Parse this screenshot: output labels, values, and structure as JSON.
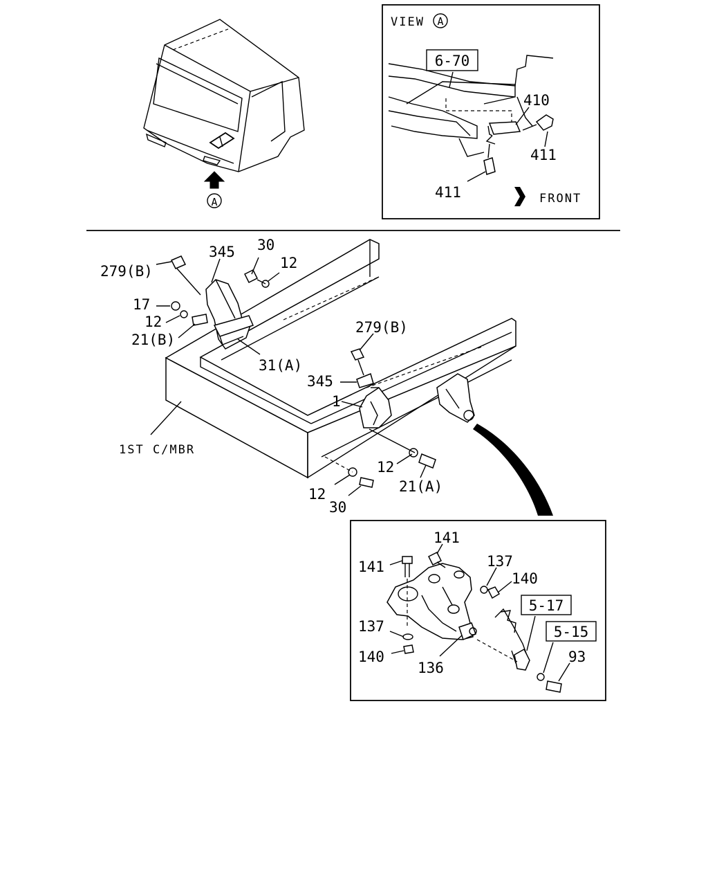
{
  "view_box": {
    "title": "VIEW",
    "title_marker": "A",
    "ref_6_70": "6-70",
    "label_410": "410",
    "label_411_right": "411",
    "label_411_bottom": "411",
    "front_label": "FRONT"
  },
  "cab": {
    "arrow_marker": "A"
  },
  "frame": {
    "member_label": "1ST C/MBR",
    "labels": {
      "p279b_left": "279(B)",
      "p345_top": "345",
      "p30_top": "30",
      "p12_top": "12",
      "p17": "17",
      "p12_left": "12",
      "p21b": "21(B)",
      "p31a": "31(A)",
      "p279b_mid": "279(B)",
      "p345_mid": "345",
      "p1": "1",
      "p12_mid": "12",
      "p21a": "21(A)",
      "p12_bottom": "12",
      "p30_bottom": "30"
    }
  },
  "detail": {
    "labels": {
      "p141_top": "141",
      "p141_left": "141",
      "p137_top": "137",
      "p140_top": "140",
      "p5_17": "5-17",
      "p5_15": "5-15",
      "p137_bottom": "137",
      "p140_bottom": "140",
      "p136": "136",
      "p93": "93"
    }
  }
}
